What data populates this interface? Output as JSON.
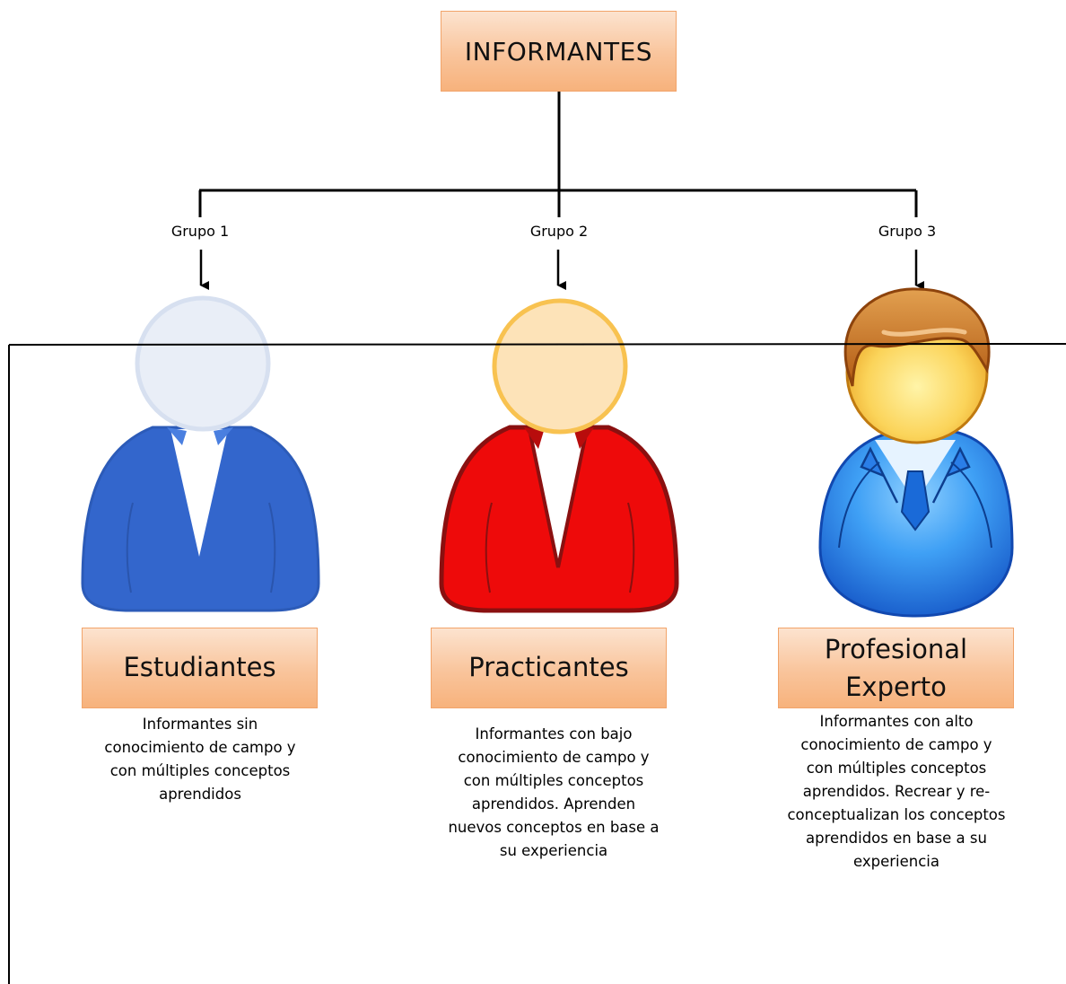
{
  "root": {
    "label": "INFORMANTES"
  },
  "groups": [
    {
      "label": "Grupo 1",
      "role": "Estudiantes",
      "description": "Informantes sin\nconocimiento de campo y\ncon múltiples conceptos\naprendidos",
      "figure": {
        "icon": "user-icon",
        "body_color": "#3366cc",
        "head_color": "#e9eef7",
        "head_outline": "#d7e0f0"
      }
    },
    {
      "label": "Grupo 2",
      "role": "Practicantes",
      "description": "Informantes con bajo\nconocimiento de campo y\ncon múltiples conceptos\naprendidos. Aprenden\nnuevos conceptos en base a\nsu experiencia",
      "figure": {
        "icon": "user-icon",
        "body_color": "#ee0a0a",
        "head_color": "#fde3b8",
        "head_outline": "#f8c250"
      }
    },
    {
      "label": "Grupo 3",
      "role": "Profesional Experto",
      "description": "Informantes con alto\nconocimiento de campo y\ncon múltiples conceptos\naprendidos. Recrear y re-\nconceptualizan los conceptos\naprendidos en base a su\nexperiencia",
      "figure": {
        "icon": "professional-user-icon",
        "body_color": "#3fa0f5",
        "head_color": "#fbd45a",
        "hair_color": "#c9701e"
      }
    }
  ],
  "colors": {
    "box_fill_top": "#fce3cf",
    "box_fill_bottom": "#f7b27c",
    "box_border": "#f2a46a",
    "connector": "#000000"
  }
}
